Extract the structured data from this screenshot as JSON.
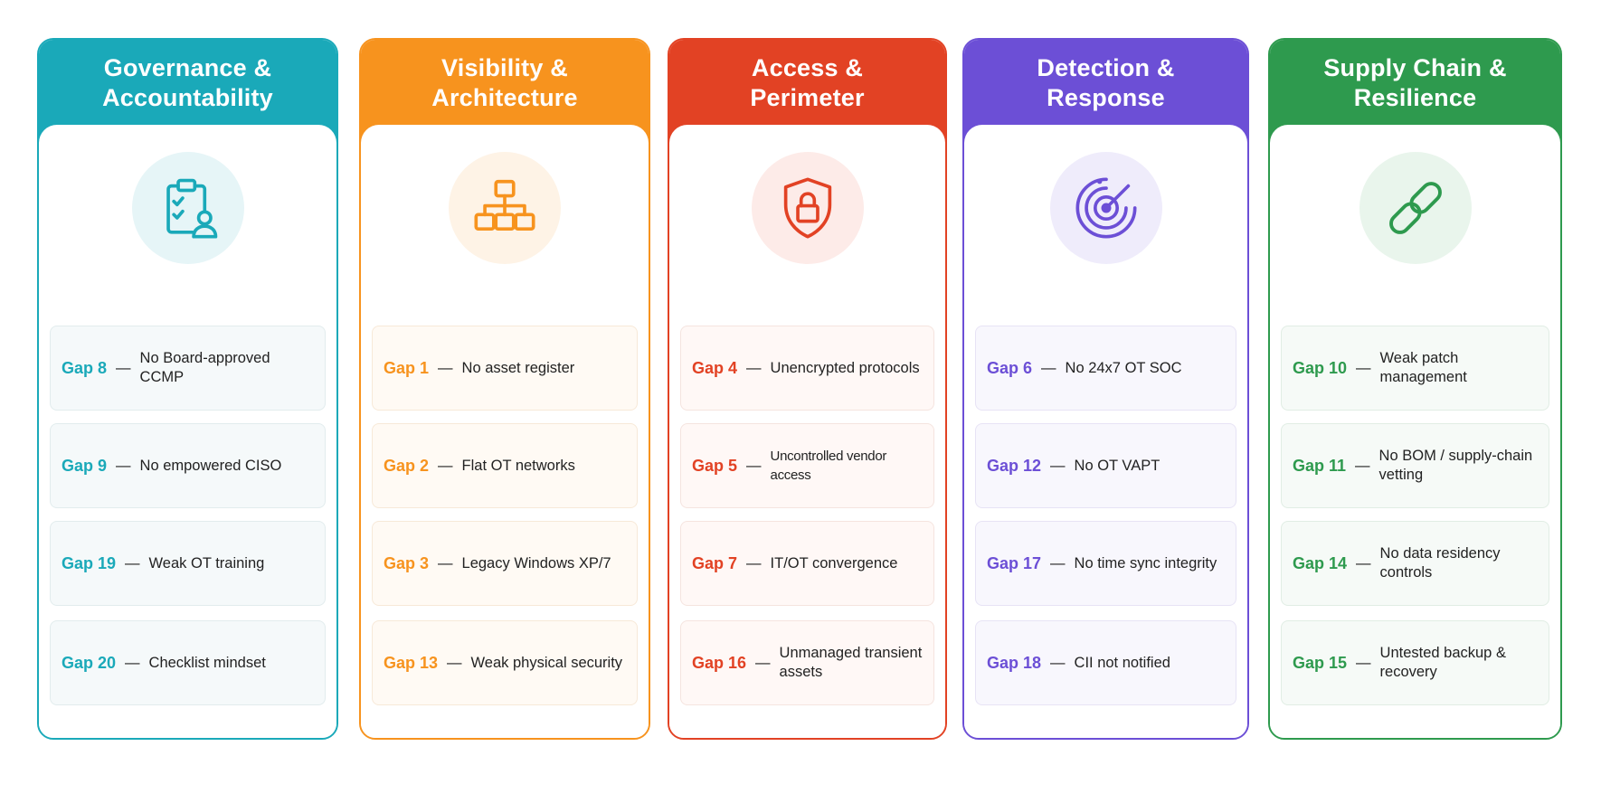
{
  "columns": [
    {
      "title": "Governance &\nAccountability",
      "color": "#1aa9b9",
      "tint": "#e6f5f7",
      "card_bg": "#f5f9fa",
      "card_border": "#e2eced",
      "icon": "clipboard-checklist-user-icon",
      "gaps": [
        {
          "id": "Gap 8",
          "text": "No Board-approved CCMP"
        },
        {
          "id": "Gap 9",
          "text": "No empowered CISO"
        },
        {
          "id": "Gap 19",
          "text": "Weak OT training"
        },
        {
          "id": "Gap 20",
          "text": "Checklist mindset"
        }
      ]
    },
    {
      "title": "Visibility &\nArchitecture",
      "color": "#f7931e",
      "tint": "#fef3e6",
      "card_bg": "#fffaf4",
      "card_border": "#f7e9d8",
      "icon": "network-hierarchy-icon",
      "gaps": [
        {
          "id": "Gap 1",
          "text": "No asset register"
        },
        {
          "id": "Gap 2",
          "text": "Flat OT networks"
        },
        {
          "id": "Gap 3",
          "text": "Legacy Windows XP/7"
        },
        {
          "id": "Gap 13",
          "text": "Weak physical security"
        }
      ]
    },
    {
      "title": "Access &\nPerimeter",
      "color": "#e24224",
      "tint": "#fdebe8",
      "card_bg": "#fff8f6",
      "card_border": "#f5e4df",
      "icon": "shield-lock-icon",
      "gaps": [
        {
          "id": "Gap 4",
          "text": "Unencrypted protocols"
        },
        {
          "id": "Gap 5",
          "text": "Uncontrolled vendor access"
        },
        {
          "id": "Gap 7",
          "text": "IT/OT convergence"
        },
        {
          "id": "Gap 16",
          "text": "Unmanaged transient assets"
        }
      ]
    },
    {
      "title": "Detection &\nResponse",
      "color": "#6c4fd6",
      "tint": "#efecfb",
      "card_bg": "#f8f7fd",
      "card_border": "#e7e3f5",
      "icon": "radar-target-icon",
      "gaps": [
        {
          "id": "Gap 6",
          "text": "No 24x7 OT SOC"
        },
        {
          "id": "Gap 12",
          "text": "No OT VAPT"
        },
        {
          "id": "Gap 17",
          "text": "No time sync integrity"
        },
        {
          "id": "Gap 18",
          "text": "CII not notified"
        }
      ]
    },
    {
      "title": "Supply Chain &\nResilience",
      "color": "#2e9a4e",
      "tint": "#e9f5ec",
      "card_bg": "#f6faf7",
      "card_border": "#e1ede4",
      "icon": "chain-link-icon",
      "gaps": [
        {
          "id": "Gap 10",
          "text": "Weak patch management"
        },
        {
          "id": "Gap 11",
          "text": "No BOM / supply-chain vetting"
        },
        {
          "id": "Gap 14",
          "text": "No data residency controls"
        },
        {
          "id": "Gap 15",
          "text": "Untested backup & recovery"
        }
      ]
    }
  ]
}
